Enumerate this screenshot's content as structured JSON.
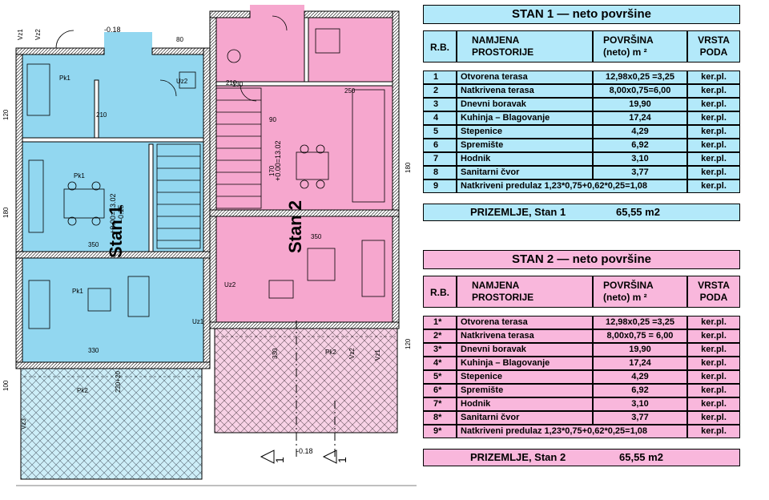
{
  "plan": {
    "stan1_label": "Stan 1",
    "stan2_label": "Stan 2",
    "section_mark": "1",
    "elevation_a": "+0.00=13.02",
    "elevation_a2": "-0.15",
    "elevation_b": "-0.18",
    "room_labels": [
      "Pk1",
      "Pk2",
      "Pk1",
      "Pk1",
      "Pk2"
    ],
    "dims": [
      "210",
      "250",
      "330",
      "350",
      "220+20",
      "130",
      "120",
      "180",
      "100",
      "90",
      "170",
      "80"
    ],
    "wall_tags": [
      "Vz1",
      "Vz2",
      "Vz3",
      "Uz1",
      "Uz2"
    ],
    "colors": {
      "stan1": "#92d7f0",
      "stan2": "#f6a7ce",
      "terrace": "#e8f3fa"
    }
  },
  "tables": [
    {
      "title": "STAN 1 — neto površine",
      "headers": {
        "rb": "R.B.",
        "namjena": "NAMJENA\nPROSTORIJE",
        "povrsina": "POVRŠINA\n(neto) m ²",
        "vrsta": "VRSTA\nPODA"
      },
      "rows": [
        {
          "rb": "1",
          "name": "Otvorena terasa",
          "area": "12,98x0,25 =3,25",
          "floor": "ker.pl."
        },
        {
          "rb": "2",
          "name": "Natkrivena terasa",
          "area": "8,00x0,75=6,00",
          "floor": "ker.pl."
        },
        {
          "rb": "3",
          "name": "Dnevni boravak",
          "area": "19,90",
          "floor": "ker.pl."
        },
        {
          "rb": "4",
          "name": "Kuhinja – Blagovanje",
          "area": "17,24",
          "floor": "ker.pl."
        },
        {
          "rb": "5",
          "name": "Stepenice",
          "area": "4,29",
          "floor": "ker.pl."
        },
        {
          "rb": "6",
          "name": "Spremište",
          "area": "6,92",
          "floor": "ker.pl."
        },
        {
          "rb": "7",
          "name": "Hodnik",
          "area": "3,10",
          "floor": "ker.pl."
        },
        {
          "rb": "8",
          "name": "Sanitarni čvor",
          "area": "3,77",
          "floor": "ker.pl."
        },
        {
          "rb": "9",
          "name": "Natkriveni predulaz 1,23*0,75+0,62*0,25=1,08",
          "area": "",
          "floor": "ker.pl."
        }
      ],
      "total_label": "PRIZEMLJE, Stan 1",
      "total_value": "65,55 m2",
      "color": "#b3e9fa"
    },
    {
      "title": "STAN 2 — neto površine",
      "headers": {
        "rb": "R.B.",
        "namjena": "NAMJENA\nPROSTORIJE",
        "povrsina": "POVRŠINA\n(neto) m ²",
        "vrsta": "VRSTA\nPODA"
      },
      "rows": [
        {
          "rb": "1*",
          "name": "Otvorena terasa",
          "area": "12,98x0,25 =3,25",
          "floor": "ker.pl."
        },
        {
          "rb": "2*",
          "name": "Natkrivena terasa",
          "area": "8,00x0,75 = 6,00",
          "floor": "ker.pl."
        },
        {
          "rb": "3*",
          "name": "Dnevni boravak",
          "area": "19,90",
          "floor": "ker.pl."
        },
        {
          "rb": "4*",
          "name": "Kuhinja – Blagovanje",
          "area": "17,24",
          "floor": "ker.pl."
        },
        {
          "rb": "5*",
          "name": "Stepenice",
          "area": "4,29",
          "floor": "ker.pl."
        },
        {
          "rb": "6*",
          "name": "Spremište",
          "area": "6,92",
          "floor": "ker.pl."
        },
        {
          "rb": "7*",
          "name": "Hodnik",
          "area": "3,10",
          "floor": "ker.pl."
        },
        {
          "rb": "8*",
          "name": "Sanitarni čvor",
          "area": "3,77",
          "floor": "ker.pl."
        },
        {
          "rb": "9*",
          "name": "Natkriveni predulaz 1,23*0,75+0,62*0,25=1,08",
          "area": "",
          "floor": "ker.pl."
        }
      ],
      "total_label": "PRIZEMLJE, Stan 2",
      "total_value": "65,55 m2",
      "color": "#f9b7dc"
    }
  ]
}
